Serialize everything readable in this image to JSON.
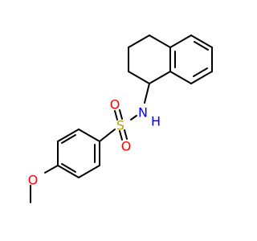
{
  "molecule": {
    "atoms": {
      "sulfur": "S",
      "oxygen_top": "O",
      "oxygen_bottom": "O",
      "nitrogen": "N",
      "hydrogen": "H",
      "oxygen_methoxy": "O"
    },
    "colors": {
      "bond": "#000000",
      "sulfur": "#b5a000",
      "oxygen": "#ff0000",
      "nitrogen": "#0000ff"
    }
  }
}
